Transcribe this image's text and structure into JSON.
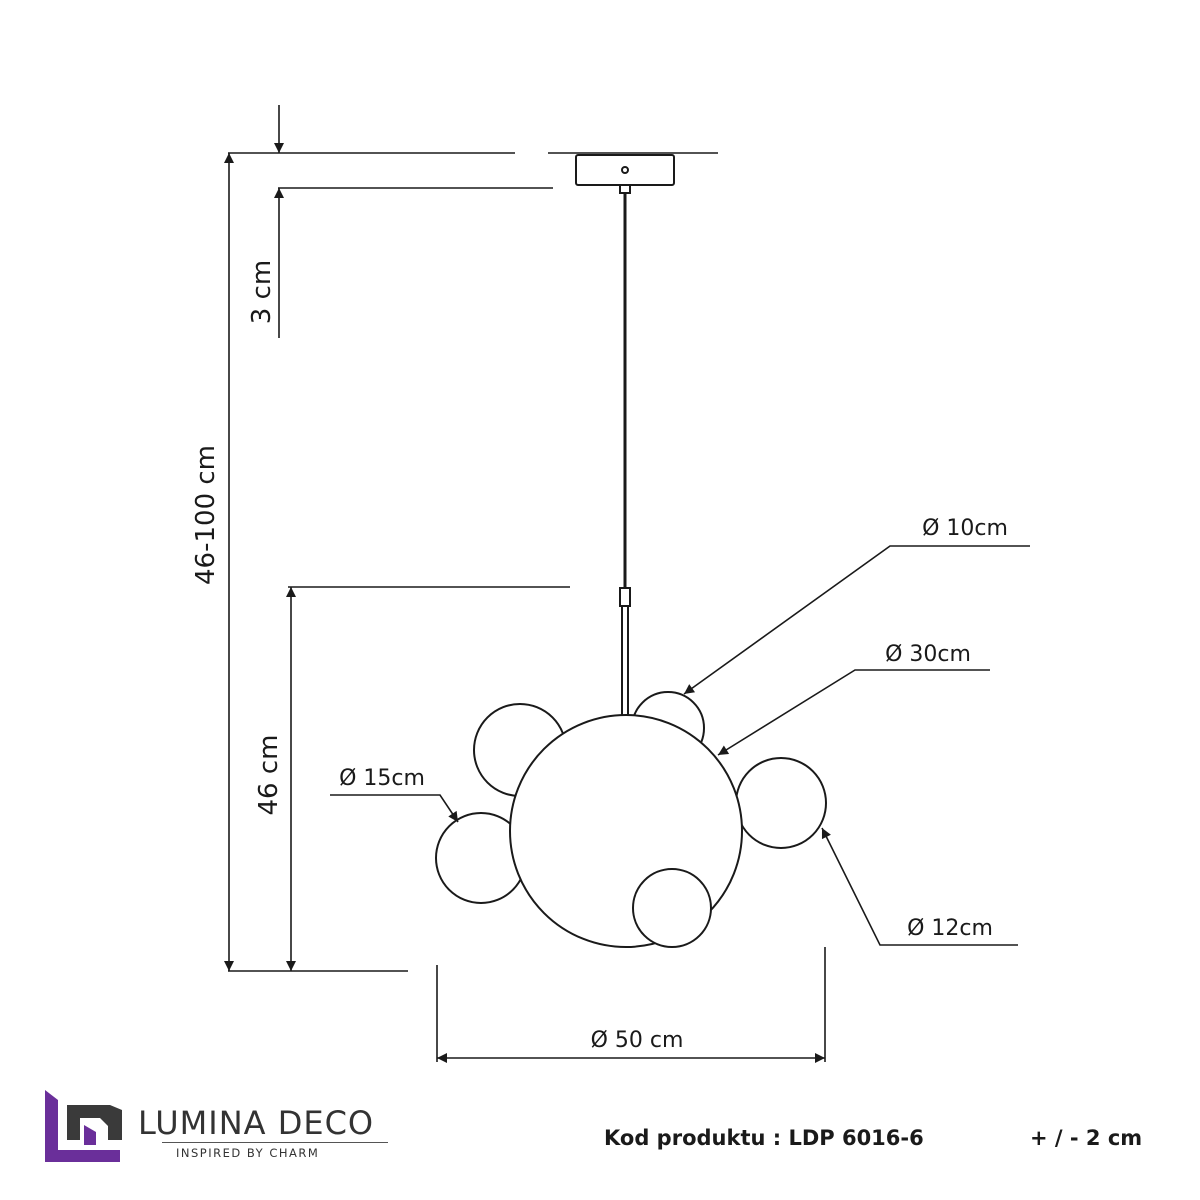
{
  "dimensions": {
    "canopy_height": "3 cm",
    "total_height": "46-100 cm",
    "lamp_height": "46 cm",
    "width": "Ø 50 cm",
    "small_top": "Ø 10cm",
    "main_sphere": "Ø 30cm",
    "left_sphere": "Ø 15cm",
    "right_sphere": "Ø 12cm"
  },
  "footer": {
    "brand": "LUMINA DECO",
    "tagline": "INSPIRED BY CHARM",
    "product_code": "Kod produktu : LDP 6016-6",
    "tolerance": "+ / - 2 cm"
  },
  "colors": {
    "logo_purple": "#6a2f9a",
    "logo_gray": "#3a3a3a",
    "line": "#1a1a1a"
  }
}
